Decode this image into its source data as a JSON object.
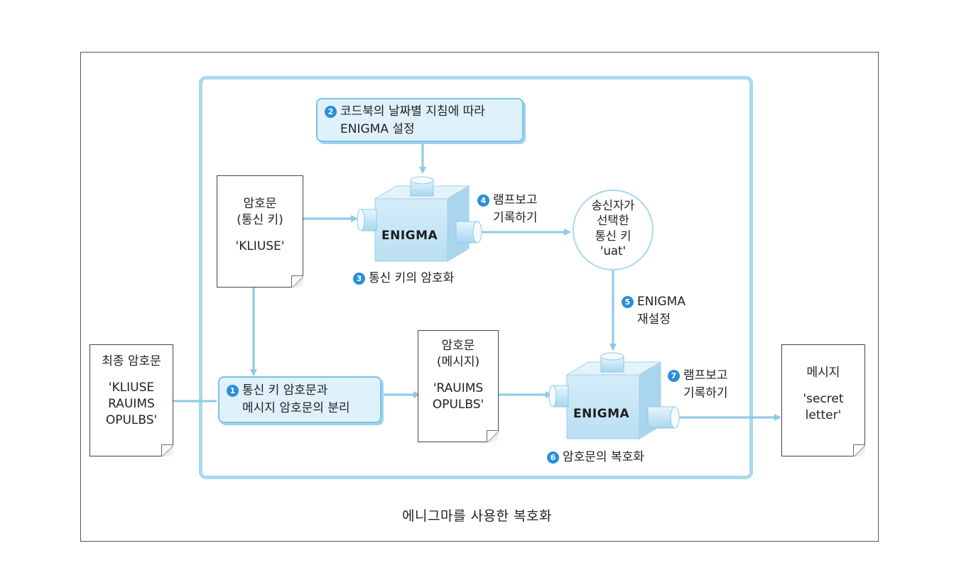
{
  "diagram": {
    "caption": "에니그마를 사용한 복호화",
    "step2": {
      "num": "2",
      "line1": "코드북의 날짜별 지침에 따라",
      "line2": "ENIGMA 설정"
    },
    "step3": {
      "num": "3",
      "label": "통신 키의 암호화"
    },
    "step4": {
      "num": "4",
      "line1": "램프보고",
      "line2": "기록하기"
    },
    "step5": {
      "num": "5",
      "line1": "ENIGMA",
      "line2": "재설정"
    },
    "step1": {
      "num": "1",
      "line1": "통신 키 암호문과",
      "line2": "메시지 암호문의 분리"
    },
    "step6": {
      "num": "6",
      "label": "암호문의 복호화"
    },
    "step7": {
      "num": "7",
      "line1": "램프보고",
      "line2": "기록하기"
    },
    "doc_cipher_key": {
      "line1": "암호문",
      "line2": "(통신 키)",
      "line3": "'KLIUSE'"
    },
    "doc_final": {
      "line1": "최종 암호문",
      "line2": "'KLIUSE",
      "line3": "RAUIMS",
      "line4": "OPULBS'"
    },
    "doc_cipher_msg": {
      "line1": "암호문",
      "line2": "(메시지)",
      "line3": "'RAUIMS",
      "line4": "OPULBS'"
    },
    "doc_message": {
      "line1": "메시지",
      "line2": "'secret",
      "line3": "letter'"
    },
    "sender_key": {
      "line1": "송신자가",
      "line2": "선택한",
      "line3": "통신 키",
      "line4": "'uat'"
    },
    "machine1": "ENIGMA",
    "machine2": "ENIGMA"
  },
  "colors": {
    "accent": "#2a8fd6",
    "light_blue": "#a9d8ef",
    "box_fill": "#dff1fb",
    "machine": "#c9e7f6"
  }
}
